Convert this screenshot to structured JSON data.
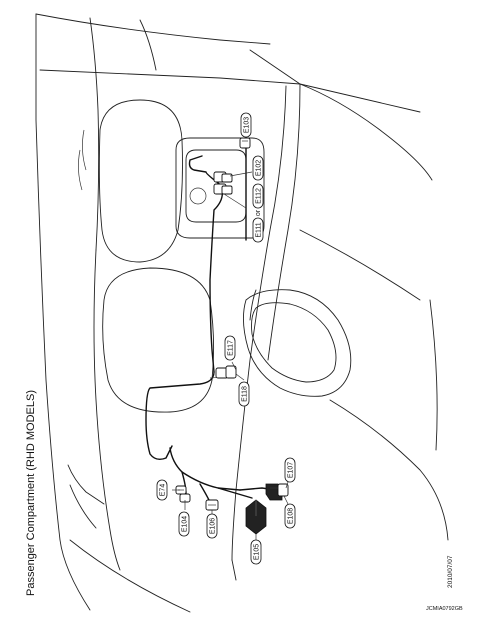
{
  "title": "Passenger Compartment (RHD MODELS)",
  "date": "2010/07/07",
  "code": "JCMIA0792GB",
  "or_text": "or",
  "connectors": {
    "E103": "E103",
    "E102": "E102",
    "E111": "E111",
    "E112": "E112",
    "E117": "E117",
    "E118": "E118",
    "E74": "E74",
    "E104": "E104",
    "E105": "E105",
    "E106": "E106",
    "E107": "E107",
    "E108": "E108"
  }
}
